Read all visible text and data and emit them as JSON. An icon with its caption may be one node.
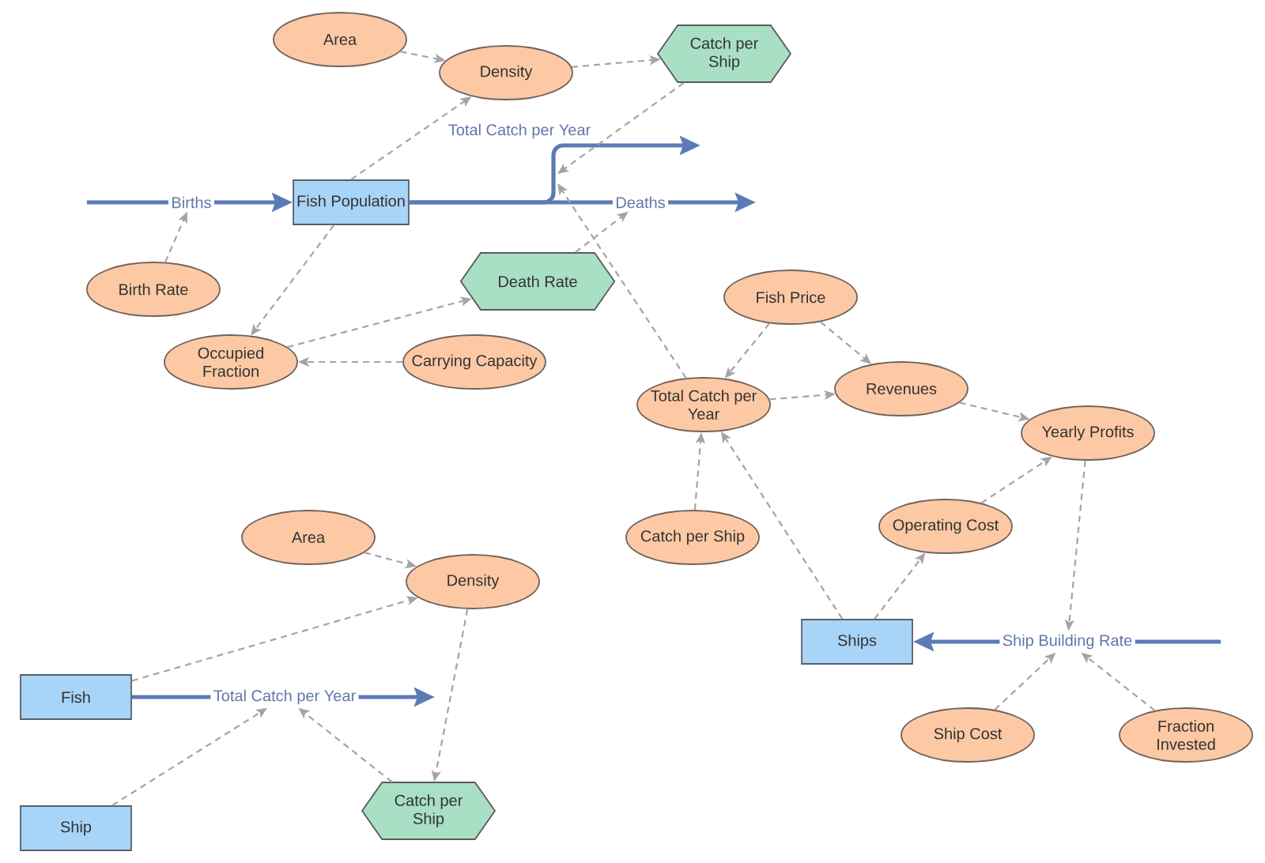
{
  "diagram": {
    "nodes": [
      {
        "text": [
          "Area"
        ]
      },
      {
        "text": [
          "Density"
        ]
      },
      {
        "text": [
          "Catch per Ship"
        ]
      },
      {
        "text": [
          "Births"
        ]
      },
      {
        "text": [
          "Fish Population"
        ]
      },
      {
        "text": [
          "Deaths"
        ]
      },
      {
        "text": [
          "Birth Rate"
        ]
      },
      {
        "text": [
          "Death Rate"
        ]
      },
      {
        "text": [
          "Fish Price"
        ]
      },
      {
        "text": [
          "Occupied Fraction"
        ]
      },
      {
        "text": [
          "Carrying Capacity"
        ]
      },
      {
        "text": [
          "Total Catch per Year"
        ]
      },
      {
        "text": [
          "Revenues"
        ]
      },
      {
        "text": [
          "Yearly Profits"
        ]
      },
      {
        "text": [
          "Area"
        ]
      },
      {
        "text": [
          "Catch per Ship"
        ]
      },
      {
        "text": [
          "Operating Cost"
        ]
      },
      {
        "text": [
          "Density"
        ]
      },
      {
        "text": [
          "Ships"
        ]
      },
      {
        "text": [
          "Ship Building Rate"
        ]
      },
      {
        "text": [
          "Fish"
        ]
      },
      {
        "text": [
          "Total Catch per Year"
        ]
      },
      {
        "text": [
          "Ship Cost"
        ]
      },
      {
        "text": [
          "Fraction Invested"
        ]
      },
      {
        "text": [
          "Catch per Ship"
        ]
      },
      {
        "text": [
          "Ship"
        ]
      }
    ],
    "edges": [
      {
        "from": null,
        "to": 3,
        "arrow": "none",
        "style": "thick",
        "color": "#5b7bb5"
      },
      {
        "from": 3,
        "to": 4,
        "arrow": "to",
        "style": "thick",
        "color": "#5b7bb5"
      },
      {
        "from": 4,
        "to": null,
        "arrow": "to",
        "label": "Total Catch per Year",
        "style": "thick",
        "color": "#5b7bb5"
      },
      {
        "from": 4,
        "to": 5,
        "arrow": "none",
        "style": "thick",
        "color": "#5b7bb5"
      },
      {
        "from": 5,
        "to": null,
        "arrow": "to",
        "style": "thick",
        "color": "#5b7bb5"
      },
      {
        "from": 0,
        "to": 1,
        "arrow": "to",
        "style": "dashed"
      },
      {
        "from": 1,
        "to": 2,
        "arrow": "to",
        "style": "dashed"
      },
      {
        "from": 4,
        "to": 1,
        "arrow": "to",
        "style": "dashed"
      },
      {
        "from": 2,
        "to": null,
        "arrow": "to",
        "style": "dashed"
      },
      {
        "from": 11,
        "to": null,
        "arrow": "to",
        "style": "dashed"
      },
      {
        "from": 6,
        "to": 3,
        "arrow": "to",
        "style": "dashed"
      },
      {
        "from": 4,
        "to": 9,
        "arrow": "to",
        "style": "dashed"
      },
      {
        "from": 10,
        "to": 9,
        "arrow": "to",
        "style": "dashed"
      },
      {
        "from": 9,
        "to": 7,
        "arrow": "to",
        "style": "dashed"
      },
      {
        "from": 7,
        "to": 5,
        "arrow": "to",
        "style": "dashed"
      },
      {
        "from": 8,
        "to": 11,
        "arrow": "to",
        "style": "dashed"
      },
      {
        "from": 8,
        "to": 12,
        "arrow": "to",
        "style": "dashed"
      },
      {
        "from": 11,
        "to": 12,
        "arrow": "to",
        "style": "dashed"
      },
      {
        "from": 12,
        "to": 13,
        "arrow": "to",
        "style": "dashed"
      },
      {
        "from": 16,
        "to": 13,
        "arrow": "to",
        "style": "dashed"
      },
      {
        "from": 15,
        "to": 11,
        "arrow": "to",
        "style": "dashed"
      },
      {
        "from": 18,
        "to": 11,
        "arrow": "to",
        "style": "dashed"
      },
      {
        "from": 18,
        "to": 16,
        "arrow": "to",
        "style": "dashed"
      },
      {
        "from": 13,
        "to": 19,
        "arrow": "to",
        "style": "dashed"
      },
      {
        "from": 22,
        "to": 19,
        "arrow": "to",
        "style": "dashed"
      },
      {
        "from": 23,
        "to": 19,
        "arrow": "to",
        "style": "dashed"
      },
      {
        "from": null,
        "to": 19,
        "arrow": "none",
        "style": "thick",
        "color": "#5b7bb5"
      },
      {
        "from": 19,
        "to": 18,
        "arrow": "to",
        "style": "thick",
        "color": "#5b7bb5"
      },
      {
        "from": 14,
        "to": 17,
        "arrow": "to",
        "style": "dashed"
      },
      {
        "from": 20,
        "to": 17,
        "arrow": "to",
        "style": "dashed"
      },
      {
        "from": 17,
        "to": 24,
        "arrow": "to",
        "style": "dashed"
      },
      {
        "from": 20,
        "to": 21,
        "arrow": "none",
        "style": "thick",
        "color": "#5b7bb5"
      },
      {
        "from": 21,
        "to": null,
        "arrow": "to",
        "style": "thick",
        "color": "#5b7bb5"
      },
      {
        "from": 25,
        "to": 21,
        "arrow": "to",
        "style": "dashed"
      },
      {
        "from": 24,
        "to": 21,
        "arrow": "to",
        "style": "dashed"
      }
    ]
  }
}
